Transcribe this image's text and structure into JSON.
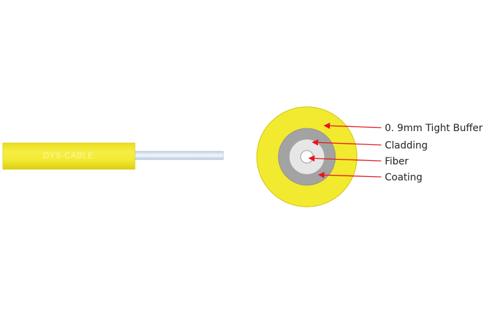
{
  "cable": {
    "print_text": "DYS-CABLE"
  },
  "labels": [
    {
      "id": "tight-buffer",
      "text": "0. 9mm Tight Buffer"
    },
    {
      "id": "cladding",
      "text": "Cladding"
    },
    {
      "id": "fiber",
      "text": "Fiber"
    },
    {
      "id": "coating",
      "text": "Coating"
    }
  ],
  "colors": {
    "buffer_yellow": "#f2ea2f",
    "buffer_edge": "#d9cf1e",
    "coating_gray": "#9e9e9e",
    "cladding_light": "#e4e4e4",
    "fiber_white": "#ffffff",
    "fiber_strand": "#dfe8f0",
    "arrow_red": "#e8141b"
  }
}
